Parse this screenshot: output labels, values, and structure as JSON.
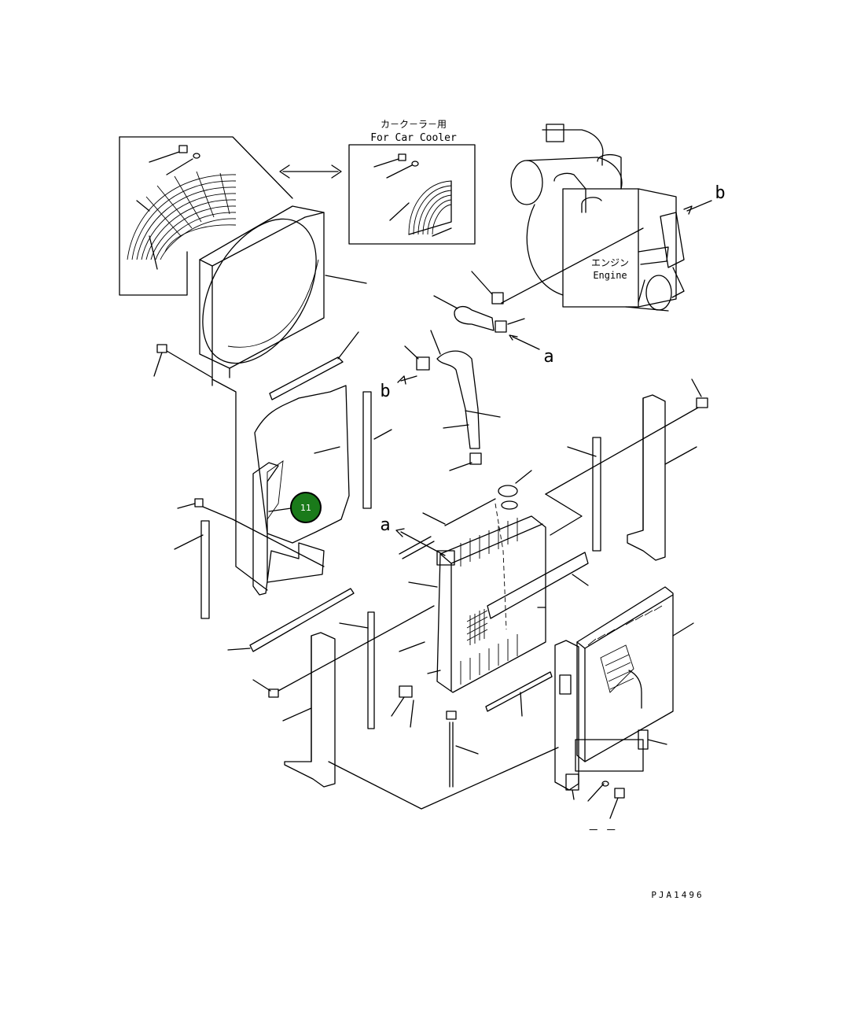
{
  "labels": {
    "car_cooler_jp": "カ－ク－ラ－用",
    "car_cooler_en": "For Car Cooler",
    "engine_jp": "エンジン",
    "engine_en": "Engine",
    "ref_a_top": "a",
    "ref_a_left": "a",
    "ref_b_right": "b",
    "ref_b_left": "b",
    "drawing_id": "PJA1496",
    "dash_mark": "－ －"
  },
  "callouts": [
    {
      "number": "11",
      "color": "#1a7a1a"
    }
  ]
}
